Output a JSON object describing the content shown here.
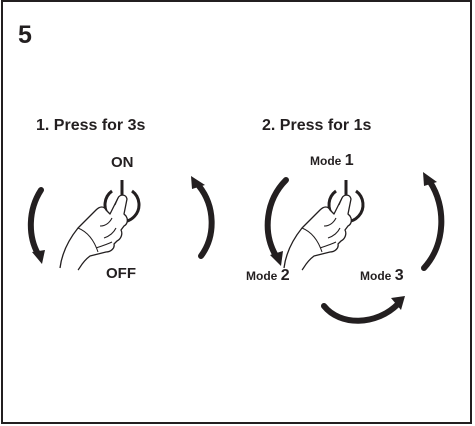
{
  "step_number": "5",
  "left_panel": {
    "heading": "1. Press for 3s",
    "on_label": "ON",
    "off_label": "OFF"
  },
  "right_panel": {
    "heading": "2. Press for 1s",
    "mode1": {
      "word": "Mode",
      "num": "1"
    },
    "mode2": {
      "word": "Mode",
      "num": "2"
    },
    "mode3": {
      "word": "Mode",
      "num": "3"
    }
  },
  "icons": [
    "power-button-icon",
    "pressing-hand-icon",
    "curved-arrow-icon"
  ],
  "colors": {
    "ink": "#231f20",
    "background": "#ffffff"
  }
}
